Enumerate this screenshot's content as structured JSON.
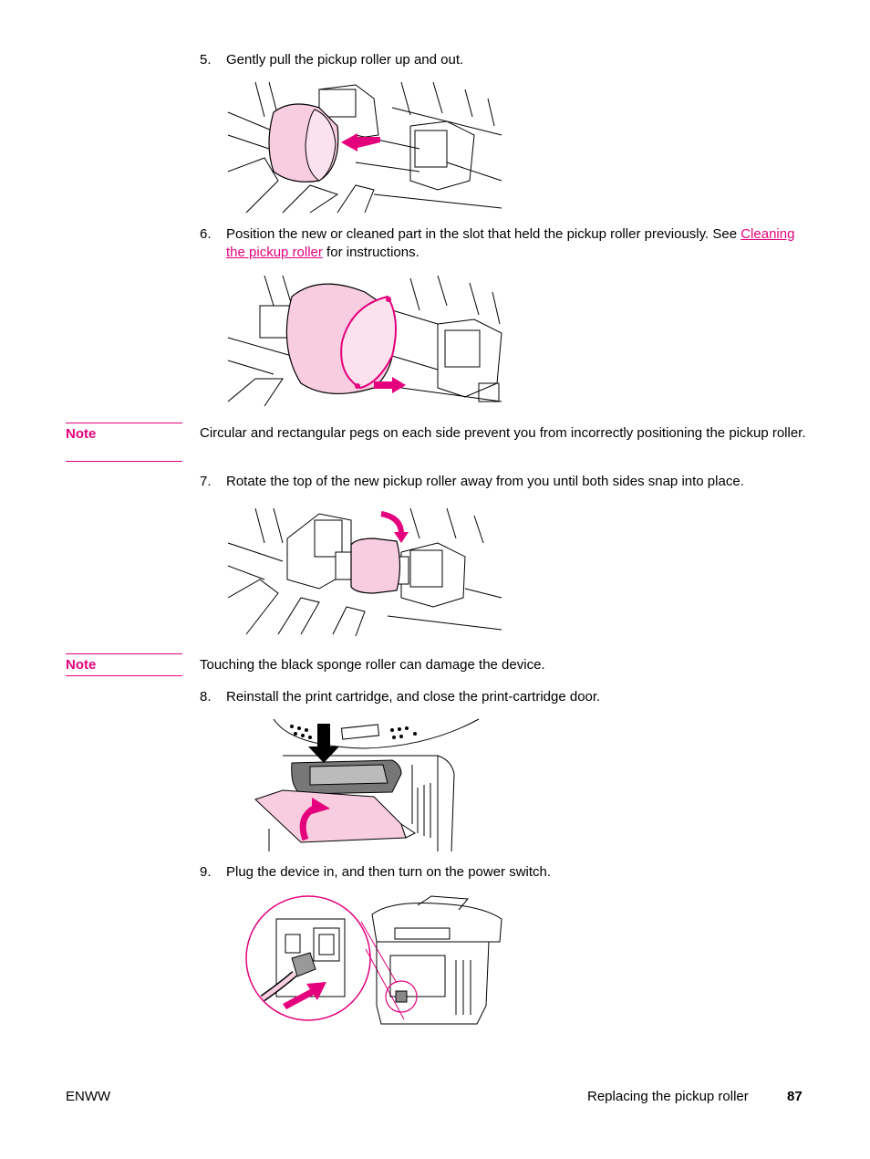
{
  "steps": [
    {
      "num": "5.",
      "text": "Gently pull the pickup roller up and out."
    },
    {
      "num": "6.",
      "text_before": "Position the new or cleaned part in the slot that held the pickup roller previously. See ",
      "link": "Cleaning the pickup roller",
      "text_after": " for instructions."
    },
    {
      "num": "7.",
      "text": "Rotate the top of the new pickup roller away from you until both sides snap into place."
    },
    {
      "num": "8.",
      "text": "Reinstall the print cartridge, and close the print-cartridge door."
    },
    {
      "num": "9.",
      "text": "Plug the device in, and then turn on the power switch."
    }
  ],
  "notes": [
    {
      "label": "Note",
      "text": "Circular and rectangular pegs on each side prevent you from incorrectly positioning the pickup roller."
    },
    {
      "label": "Note",
      "text": "Touching the black sponge roller can damage the device."
    }
  ],
  "footer": {
    "left": "ENWW",
    "section": "Replacing the pickup roller",
    "page": "87"
  },
  "colors": {
    "accent": "#e4007c",
    "roller": "#f8cde0"
  }
}
